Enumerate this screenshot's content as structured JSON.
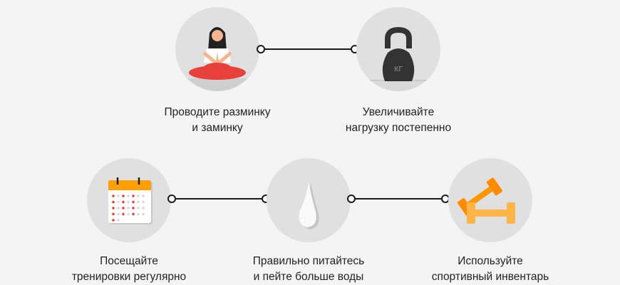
{
  "steps": [
    {
      "icon": "yoga-meditation-icon",
      "line1": "Проводите разминку",
      "line2": "и заминку"
    },
    {
      "icon": "kettlebell-icon",
      "line1": "Увеличивайте",
      "line2": "нагрузку постепенно",
      "icon_text": "КГ"
    },
    {
      "icon": "calendar-icon",
      "line1": "Посещайте",
      "line2": "тренировки регулярно"
    },
    {
      "icon": "water-drop-icon",
      "line1": "Правильно питайтесь",
      "line2": "и пейте больше воды"
    },
    {
      "icon": "dumbbells-icon",
      "line1": "Используйте",
      "line2": "спортивный инвентарь"
    }
  ],
  "colors": {
    "background": "#f4f4f4",
    "circle": "#e0e0e0",
    "accent_red": "#e8403b",
    "accent_orange": "#ff9800"
  }
}
